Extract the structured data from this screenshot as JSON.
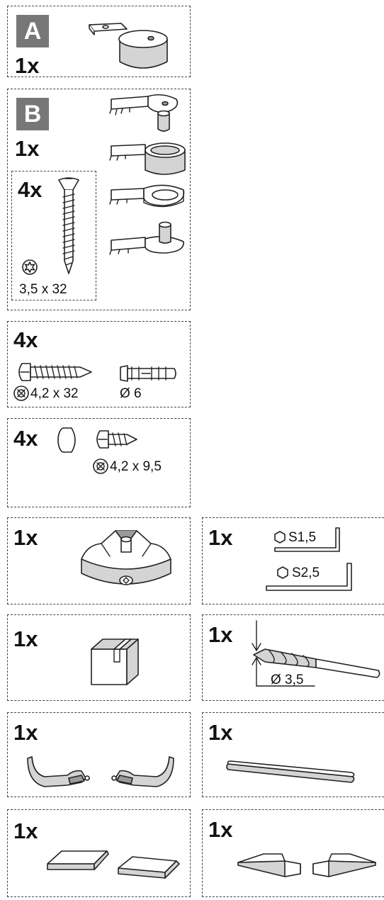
{
  "panels": {
    "a": {
      "letter": "A",
      "qty": "1x"
    },
    "b": {
      "letter": "B",
      "qty": "1x",
      "sub_qty": "4x",
      "sub_dim": "3,5 x 32"
    },
    "c": {
      "qty": "4x",
      "screw_dim": "4,2 x 32",
      "dowel_dim": "Ø 6"
    },
    "d": {
      "qty": "4x",
      "screw_dim": "4,2 x 9,5"
    },
    "e": {
      "qty": "1x"
    },
    "f": {
      "qty": "1x",
      "key1": "S1,5",
      "key2": "S2,5"
    },
    "g": {
      "qty": "1x"
    },
    "h": {
      "qty": "1x",
      "drill_dim": "Ø 3,5"
    },
    "i": {
      "qty": "1x"
    },
    "j": {
      "qty": "1x"
    },
    "k": {
      "qty": "1x"
    },
    "l": {
      "qty": "1x"
    }
  },
  "icons": [
    "torx-icon",
    "phillips-icon",
    "hex-icon"
  ]
}
